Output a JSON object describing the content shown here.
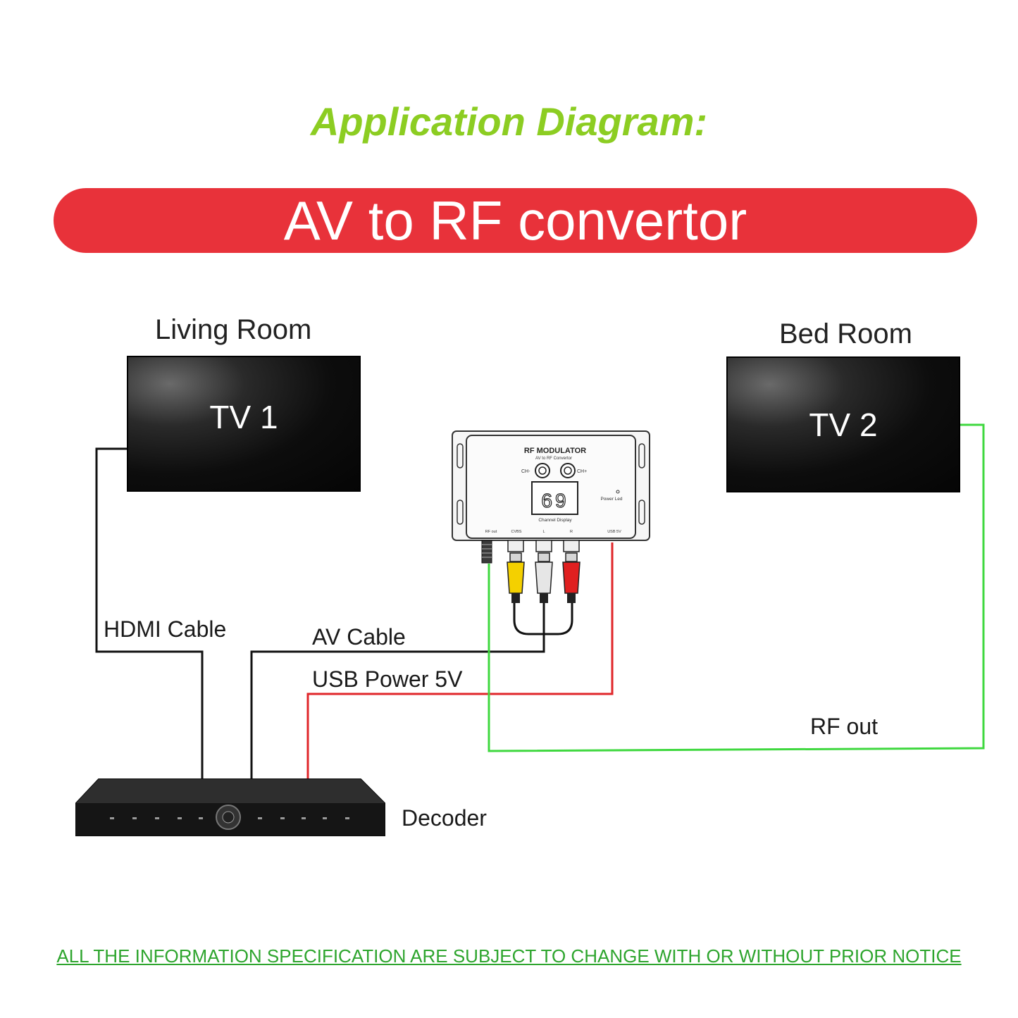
{
  "title": "Application Diagram:",
  "banner": "AV to RF convertor",
  "rooms": {
    "living": "Living Room",
    "bed": "Bed Room"
  },
  "tvs": {
    "tv1": "TV 1",
    "tv2": "TV 2"
  },
  "modulator": {
    "title": "RF MODULATOR",
    "subtitle": "AV to RF Convertor",
    "ch_minus": "CH-",
    "ch_plus": "CH+",
    "channel_digits": "69",
    "channel_caption": "Channel Display",
    "power_led": "Power Led",
    "ports": {
      "rf_out": "RF out",
      "cvbs": "CVBS",
      "l": "L",
      "r": "R",
      "usb": "USB 5V"
    }
  },
  "cables": {
    "hdmi": "HDMI Cable",
    "av": "AV Cable",
    "usb": "USB Power 5V",
    "rf": "RF out"
  },
  "decoder": "Decoder",
  "disclaimer": "ALL THE INFORMATION SPECIFICATION ARE SUBJECT TO CHANGE WITH OR WITHOUT PRIOR NOTICE",
  "colors": {
    "title": "#8ccd22",
    "banner": "#e8323a",
    "rf_line": "#3fd83f",
    "usb_line": "#e0262a",
    "av_line": "#111111",
    "disclaimer": "#2ea52e"
  }
}
